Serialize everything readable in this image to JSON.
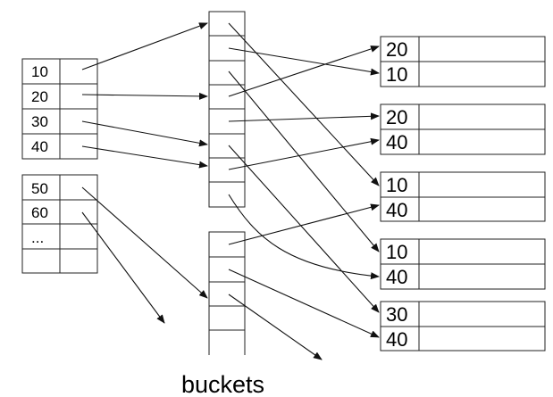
{
  "index_block_1": {
    "keys": [
      "10",
      "20",
      "30",
      "40"
    ]
  },
  "index_block_2": {
    "keys": [
      "50",
      "60",
      "...",
      ""
    ]
  },
  "buckets_caption": "buckets",
  "data_blocks": [
    {
      "keys": [
        "20",
        "10"
      ]
    },
    {
      "keys": [
        "20",
        "40"
      ]
    },
    {
      "keys": [
        "10",
        "40"
      ]
    },
    {
      "keys": [
        "10",
        "40"
      ]
    },
    {
      "keys": [
        "30",
        "40"
      ]
    }
  ]
}
